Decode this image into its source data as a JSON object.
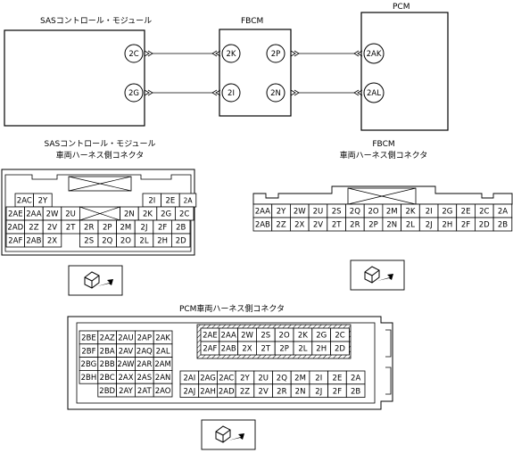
{
  "top": {
    "sas_title": "SASコントロール・モジュール",
    "fbcm_title": "FBCM",
    "pcm_title": "PCM",
    "sas_pins": [
      "2C",
      "2G"
    ],
    "fbcm_left_pins": [
      "2K",
      "2I"
    ],
    "fbcm_right_pins": [
      "2P",
      "2N"
    ],
    "pcm_pins": [
      "2AK",
      "2AL"
    ]
  },
  "sas_connector": {
    "title1": "SASコントロール・モジュール",
    "title2": "車両ハーネス側コネクタ",
    "row1": [
      "2AC",
      "2Y",
      "",
      "",
      "",
      "",
      "",
      "",
      "2I",
      "2E",
      "2A"
    ],
    "row2": [
      "2AE",
      "2AA",
      "2W",
      "2U",
      "",
      "",
      "2N",
      "2K",
      "2G",
      "2C"
    ],
    "row3": [
      "2AD",
      "2Z",
      "2V",
      "2T",
      "2R",
      "2P",
      "2M",
      "2J",
      "2F",
      "2B"
    ],
    "row4": [
      "2AF",
      "2AB",
      "2X",
      "",
      "2S",
      "2Q",
      "2O",
      "2L",
      "2H",
      "2D"
    ]
  },
  "fbcm_connector": {
    "title1": "FBCM",
    "title2": "車両ハーネス側コネクタ",
    "row1": [
      "2AA",
      "2Y",
      "2W",
      "2U",
      "2S",
      "2Q",
      "2O",
      "2M",
      "2K",
      "2I",
      "2G",
      "2E",
      "2C",
      "2A"
    ],
    "row2": [
      "2AB",
      "2Z",
      "2X",
      "2V",
      "2T",
      "2R",
      "2P",
      "2N",
      "2L",
      "2J",
      "2H",
      "2F",
      "2D",
      "2B"
    ]
  },
  "pcm_connector": {
    "title": "PCM車両ハーネス側コネクタ",
    "left_rows": [
      [
        "2BE",
        "2AZ",
        "2AU",
        "2AP",
        "2AK"
      ],
      [
        "2BF",
        "2BA",
        "2AV",
        "2AQ",
        "2AL"
      ],
      [
        "2BG",
        "2BB",
        "2AW",
        "2AR",
        "2AM"
      ],
      [
        "2BH",
        "2BC",
        "2AX",
        "2AS",
        "2AN"
      ],
      [
        "",
        "2BD",
        "2AY",
        "2AT",
        "2AO"
      ]
    ],
    "upper_rows": [
      [
        "2AE",
        "2AA",
        "2W",
        "2S",
        "2O",
        "2K",
        "2G",
        "2C"
      ],
      [
        "2AF",
        "2AB",
        "2X",
        "2T",
        "2P",
        "2L",
        "2H",
        "2D"
      ]
    ],
    "lower_rows": [
      [
        "2AI",
        "2AG",
        "2AC",
        "2Y",
        "2U",
        "2Q",
        "2M",
        "2I",
        "2E",
        "2A"
      ],
      [
        "2AJ",
        "2AH",
        "2AD",
        "2Z",
        "2V",
        "2R",
        "2N",
        "2J",
        "2F",
        "2B"
      ]
    ]
  }
}
